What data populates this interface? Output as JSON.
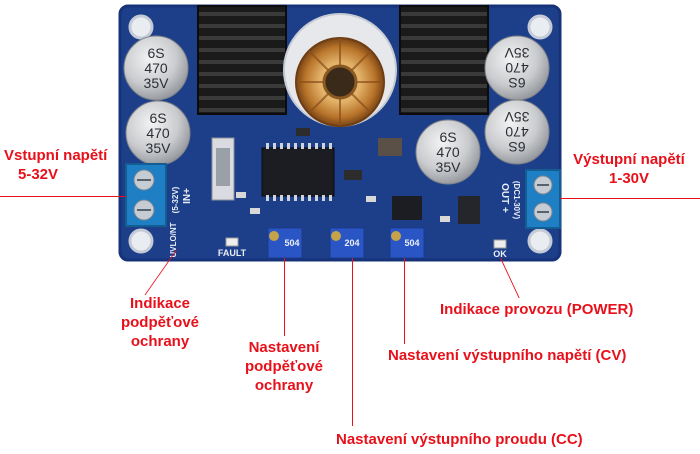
{
  "labels": {
    "input_title": "Vstupní napětí",
    "input_range": "5-32V",
    "output_title": "Výstupní napětí",
    "output_range": "1-30V",
    "uvp_indicator": [
      "Indikace",
      "podpěťové",
      "ochrany"
    ],
    "uvp_setting": [
      "Nastavení",
      "podpěťové",
      "ochrany"
    ],
    "power_indicator": "Indikace provozu (POWER)",
    "cv_setting": "Nastavení výstupního napětí (CV)",
    "cc_setting": "Nastavení výstupního proudu (CC)"
  },
  "board": {
    "in_marking": "IN+",
    "in_voltage": "(5-32V)",
    "undervoltage_marking": "UVLO/NT",
    "fault_marking": "FAULT",
    "out_marking": "OUT +",
    "out_voltage": "(DC1-30V)",
    "ok_marking": "OK",
    "pot_code": "504",
    "pot_code_mid": "204",
    "cap_big": [
      "6S",
      "470",
      "35V"
    ]
  },
  "colors": {
    "label": "#e8101a",
    "pcb": "#1d3f8a",
    "heatsink": "#1c1c1c",
    "terminal": "#1e7fc4",
    "pot": "#2a55c4",
    "coil": "#c07a2a"
  }
}
